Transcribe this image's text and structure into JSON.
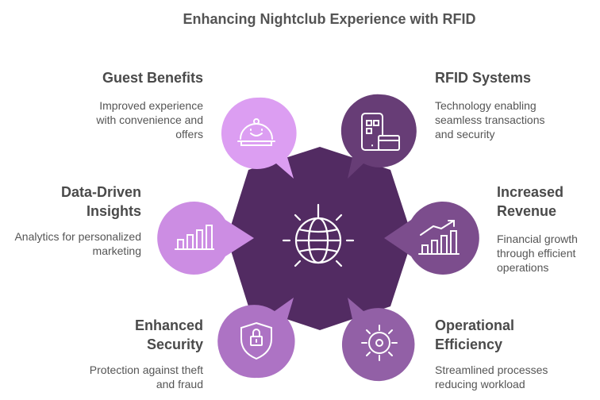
{
  "title": "Enhancing Nightclub Experience with RFID",
  "center": {
    "icon": "disco-ball-icon",
    "color": "#522b62"
  },
  "items": [
    {
      "key": "guest",
      "heading": "Guest Benefits",
      "description": "Improved experience with convenience and offers",
      "icon": "cloche-icon",
      "color": "#dc9ef2"
    },
    {
      "key": "rfid",
      "heading": "RFID Systems",
      "description": "Technology enabling seamless transactions and security",
      "icon": "mobile-payment-icon",
      "color": "#673d76"
    },
    {
      "key": "data",
      "heading": "Data-Driven Insights",
      "description": "Analytics for personalized marketing",
      "icon": "bar-chart-icon",
      "color": "#cc8de3"
    },
    {
      "key": "revenue",
      "heading": "Increased Revenue",
      "description": "Financial growth through efficient operations",
      "icon": "growth-chart-icon",
      "color": "#7c4d8d"
    },
    {
      "key": "security",
      "heading": "Enhanced Security",
      "description": "Protection against theft and fraud",
      "icon": "shield-lock-icon",
      "color": "#ad73c4"
    },
    {
      "key": "efficiency",
      "heading": "Operational Efficiency",
      "description": "Streamlined processes reducing workload",
      "icon": "gear-icon",
      "color": "#9260a6"
    }
  ]
}
